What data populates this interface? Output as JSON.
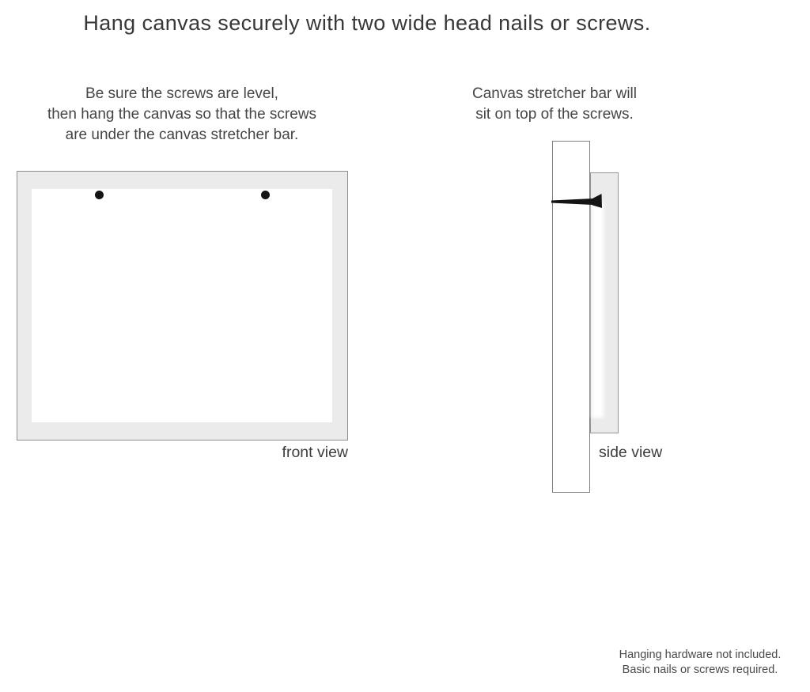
{
  "title": "Hang canvas securely with two wide head nails or screws.",
  "notes": {
    "left_lines": [
      "Be sure the screws are level,",
      "then hang the canvas so that the screws",
      "are under the canvas stretcher bar."
    ],
    "right_lines": [
      "Canvas stretcher bar will",
      "sit on top of the screws."
    ]
  },
  "labels": {
    "front_view": "front view",
    "side_view": "side view"
  },
  "footer_lines": [
    "Hanging hardware not included.",
    "Basic nails or screws required."
  ],
  "icons": {
    "front_screws": "screw-head-dot-icon",
    "side_nail": "nail-side-icon"
  },
  "colors": {
    "background": "#ffffff",
    "canvas_fill": "#ebebeb",
    "canvas_border": "#8e8e8e",
    "nail": "#141414",
    "text": "#3d3d3d"
  }
}
